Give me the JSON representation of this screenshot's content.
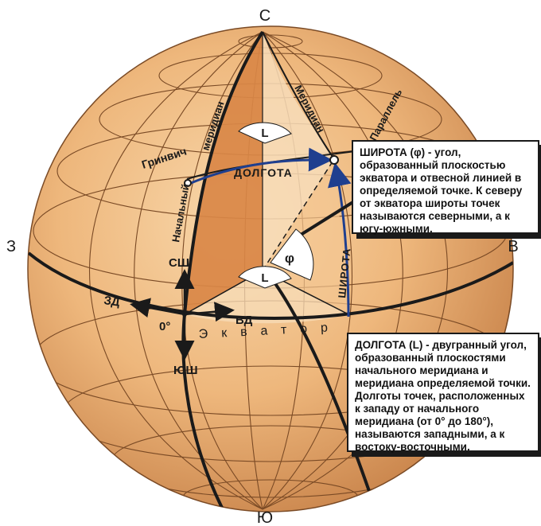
{
  "colors": {
    "globe_light": "#f3c691",
    "globe_mid": "#e5a366",
    "globe_dark": "#c0763e",
    "sector": "#d98746",
    "sector_light": "#f7dcb8",
    "line": "#1a1a1a",
    "grid": "#7a4a25",
    "arrow_blue": "#1f3f8f"
  },
  "cardinal": {
    "north": "С",
    "south": "Ю",
    "west": "З",
    "east": "В"
  },
  "labels": {
    "greenwich": "Гринвич",
    "prime_meridian_line1": "Начальный",
    "prime_meridian_line2": "меридиан",
    "meridian": "Меридиан",
    "parallel": "Параллель",
    "longitude": "ДОЛГОТА",
    "latitude": "ШИРОТА",
    "equator": "Экватор",
    "lon_symbol": "L",
    "lat_symbol": "φ",
    "origin": "0°",
    "north_lat": "СШ",
    "south_lat": "ЮШ",
    "west_lon": "ЗД",
    "east_lon": "ВД"
  },
  "latitude_box": {
    "term": "ШИРОТА (φ)",
    "text": " - угол, образованный плоскостью экватора и отвесной линией в определяемой точке. К северу от экватора широты точек называются северными, а к югу-южными."
  },
  "longitude_box": {
    "term": "ДОЛГОТА (L)",
    "text": " - двугранный угол, образованный плоскостями начального меридиана и меридиана определяемой точки. Долготы точек, расположенных к западу от начального меридиана (от 0° до 180°), называются западными, а к востоку-восточными."
  }
}
